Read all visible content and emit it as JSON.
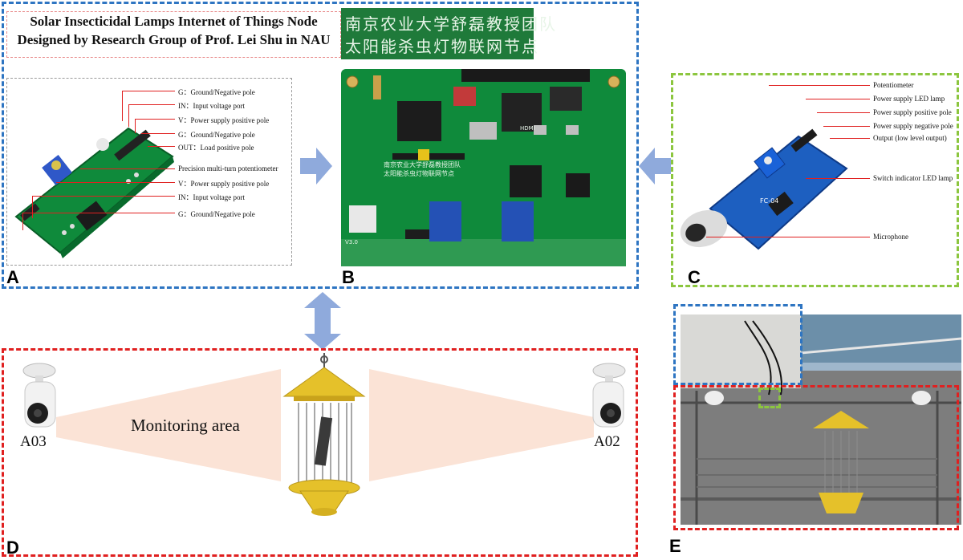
{
  "title": {
    "line1": "Solar Insecticidal Lamps Internet of Things Node",
    "line2": "Designed by Research Group of Prof. Lei Shu in NAU"
  },
  "chinese_banner": {
    "line1": "南京农业大学舒磊教授团队",
    "line2": "太阳能杀虫灯物联网节点"
  },
  "panels": {
    "a": {
      "letter": "A"
    },
    "b": {
      "letter": "B"
    },
    "c": {
      "letter": "C"
    },
    "d": {
      "letter": "D"
    },
    "e": {
      "letter": "E"
    }
  },
  "module_a_labels": [
    "G：Ground/Negative pole",
    "IN：Input voltage port",
    "V：Power supply positive pole",
    "G：Ground/Negative pole",
    "OUT：Load positive pole",
    "Precision multi-turn potentiometer",
    "V：Power supply positive pole",
    "IN：Input voltage port",
    "G：Ground/Negative pole"
  ],
  "module_c_labels": [
    "Potentiometer",
    "Power supply LED lamp",
    "Power supply positive pole",
    "Power supply negative pole",
    "Output (low level output)",
    "Switch indicator LED lamp",
    "Microphone"
  ],
  "pcb_b_text": {
    "silk1": "南京农业大学舒磊教授团队",
    "silk2": "太阳能杀虫灯物联网节点",
    "version": "V3.0",
    "hdmi": "HDMI"
  },
  "module_c_chip": "FC-04",
  "cameras": {
    "left": "A03",
    "right": "A02"
  },
  "monitoring_label": "Monitoring area",
  "colors": {
    "blue_dash": "#2E75C2",
    "green_dash": "#8CC63F",
    "red_dash": "#E02020",
    "arrow_fill": "#8FAADC",
    "cone_fill": "#FBE3D6",
    "pcb_green": "#0f8a3b",
    "lamp_yellow": "#E5C12A"
  }
}
